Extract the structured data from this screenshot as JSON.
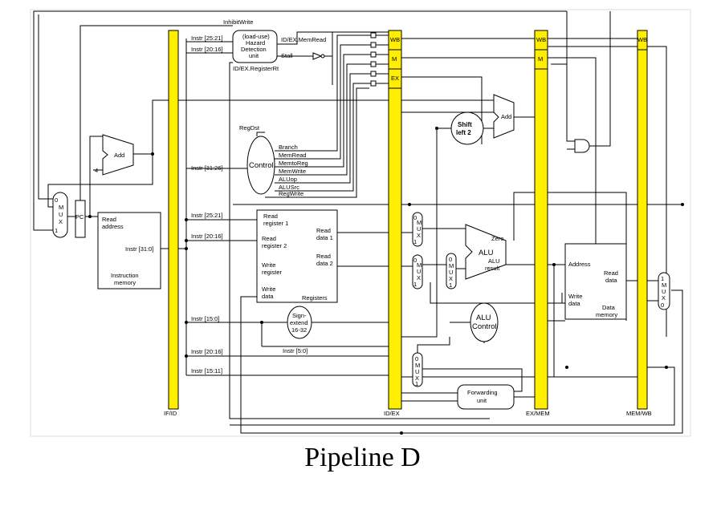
{
  "caption": "Pipeline D",
  "pipeline_registers": {
    "ifid": "IF/ID",
    "idex": "ID/EX",
    "exmem": "EX/MEM",
    "memwb": "MEM/WB"
  },
  "stage_fields": {
    "wb": "WB",
    "m": "M",
    "ex": "EX"
  },
  "blocks": {
    "pc": "PC",
    "add": "Add",
    "four": "4",
    "mux": [
      "M",
      "U",
      "X"
    ],
    "mux_in0": "0",
    "mux_in1": "1",
    "imem": {
      "read_address": [
        "Read",
        "address"
      ],
      "instr": "Instr [31:0]",
      "name": [
        "Instruction",
        "memory"
      ]
    },
    "hazard": [
      "(load-use)",
      "Hazard",
      "Detection",
      "unit"
    ],
    "control": "Control",
    "registers": {
      "read_reg1": [
        "Read",
        "register 1"
      ],
      "read_reg2": [
        "Read",
        "register 2"
      ],
      "write_reg": [
        "Write",
        "register"
      ],
      "write_data": [
        "Write",
        "data"
      ],
      "read_data1": [
        "Read",
        "data 1"
      ],
      "read_data2": [
        "Read",
        "data 2"
      ],
      "name": "Registers"
    },
    "sign_extend": [
      "Sign-",
      "extend",
      "16-32"
    ],
    "shift_left": [
      "Shift",
      "left 2"
    ],
    "alu": {
      "name": "ALU",
      "zero": "Zero",
      "result": [
        "ALU",
        "result"
      ]
    },
    "alu_control": [
      "ALU",
      "Control"
    ],
    "forwarding": [
      "Forwarding",
      "unit"
    ],
    "dmem": {
      "address": "Address",
      "read_data": [
        "Read",
        "data"
      ],
      "write_data": [
        "Write",
        "data"
      ],
      "name": [
        "Data",
        "memory"
      ]
    }
  },
  "signals": {
    "inhibit_write": "InhibitWrite",
    "memread": "ID/EX.MemRead",
    "stall": "Stall",
    "registerrt": "ID/EX.RegisterRt",
    "regdst": "RegDst",
    "control_outputs": [
      "Branch",
      "MemRead",
      "MemtoReg",
      "MemWrite",
      "ALUop",
      "ALUSrc",
      "RegWrite"
    ],
    "instr_fields": {
      "r2521_top": "Instr [25:21]",
      "r2016_top": "Instr [20:16]",
      "r3126": "Instr [31:26]",
      "r2521": "Instr [25:21]",
      "r2016": "Instr [20:16]",
      "r150": "Instr [15:0]",
      "r50": "Instr [5:0]",
      "r2016_b": "Instr [20:16]",
      "r1511": "Instr [15:11]"
    }
  }
}
